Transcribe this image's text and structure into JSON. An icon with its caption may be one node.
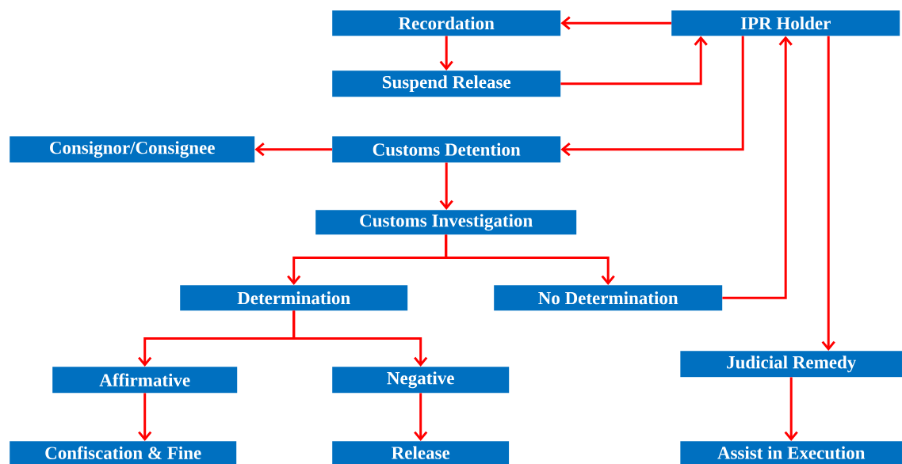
{
  "diagram": {
    "nodes": [
      {
        "text": [
          "Recordation"
        ]
      },
      {
        "text": [
          "IPR Holder"
        ]
      },
      {
        "text": [
          "Suspend Release"
        ]
      },
      {
        "text": [
          "Consignor/Consignee"
        ]
      },
      {
        "text": [
          "Customs Detention"
        ]
      },
      {
        "text": [
          "Customs Investigation"
        ]
      },
      {
        "text": [
          "Determination"
        ]
      },
      {
        "text": [
          "No Determination"
        ]
      },
      {
        "text": [
          "Affirmative"
        ]
      },
      {
        "text": [
          "Negative"
        ]
      },
      {
        "text": [
          "Judicial Remedy"
        ]
      },
      {
        "text": [
          "Confiscation & Fine"
        ]
      },
      {
        "text": [
          "Release"
        ]
      },
      {
        "text": [
          "Assist in Execution"
        ]
      }
    ],
    "edges": [
      {
        "from": 1,
        "to": 0,
        "arrow": "to"
      },
      {
        "from": 0,
        "to": 2,
        "arrow": "to"
      },
      {
        "from": 2,
        "to": 1,
        "arrow": "to"
      },
      {
        "from": 1,
        "to": 4,
        "arrow": "to"
      },
      {
        "from": 4,
        "to": 3,
        "arrow": "to"
      },
      {
        "from": 4,
        "to": 5,
        "arrow": "to"
      },
      {
        "from": 5,
        "to": 6,
        "arrow": "to"
      },
      {
        "from": 5,
        "to": 7,
        "arrow": "to"
      },
      {
        "from": 7,
        "to": 1,
        "arrow": "to"
      },
      {
        "from": 6,
        "to": 8,
        "arrow": "to"
      },
      {
        "from": 6,
        "to": 9,
        "arrow": "to"
      },
      {
        "from": 8,
        "to": 11,
        "arrow": "to"
      },
      {
        "from": 9,
        "to": 12,
        "arrow": "to"
      },
      {
        "from": 1,
        "to": 10,
        "arrow": "to"
      },
      {
        "from": 10,
        "to": 13,
        "arrow": "to"
      }
    ]
  }
}
